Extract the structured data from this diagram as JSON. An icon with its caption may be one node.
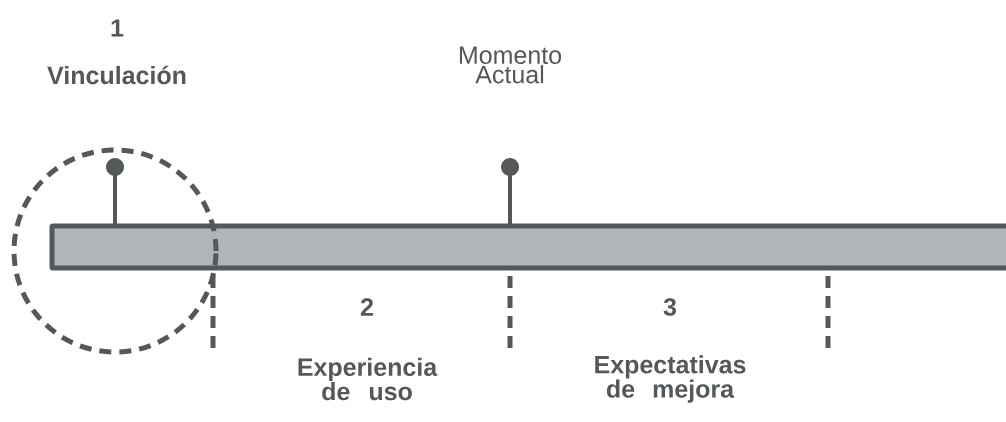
{
  "diagram": {
    "labels": [
      "1",
      "Vinculación",
      "Momento Actual",
      "2",
      "3",
      "Experiencia de uso",
      "Expectativas de mejora"
    ]
  }
}
